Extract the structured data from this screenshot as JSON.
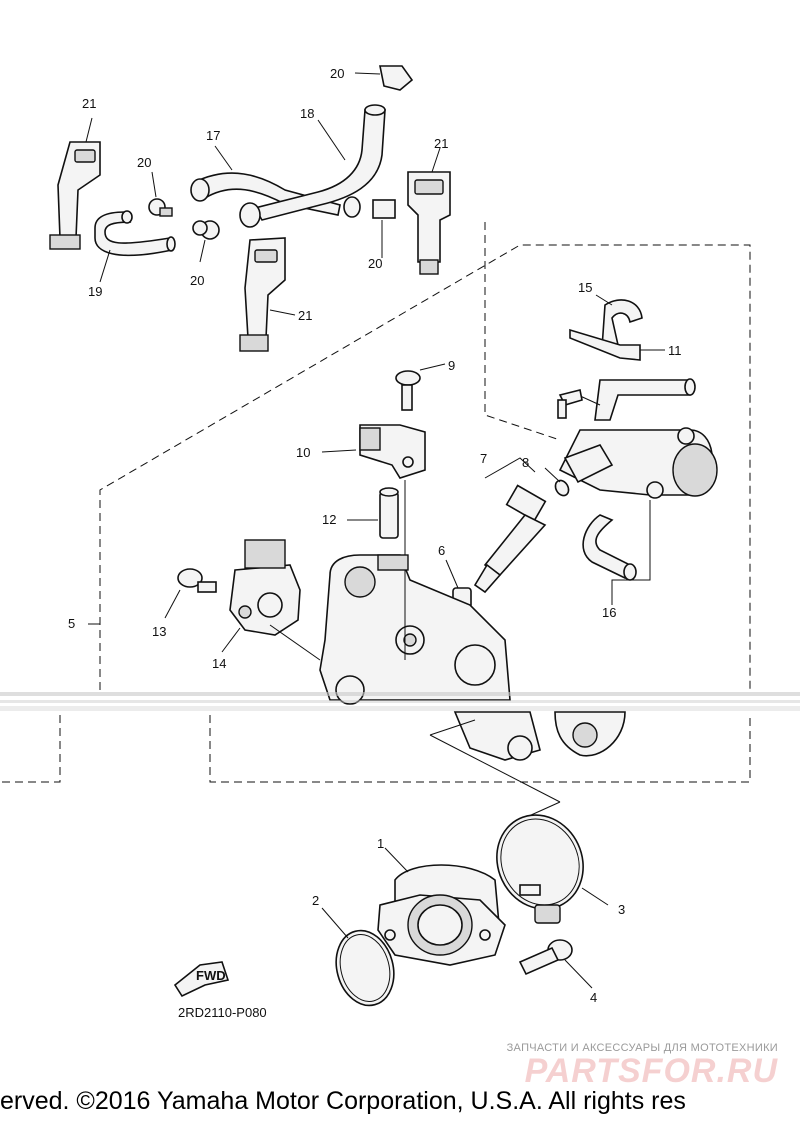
{
  "diagram_id": "2RD2110-P080",
  "fwd_label": "FWD",
  "callouts": {
    "c1": "1",
    "c2": "2",
    "c3": "3",
    "c4": "4",
    "c5": "5",
    "c6": "6",
    "c7": "7",
    "c8": "8",
    "c9": "9",
    "c10": "10",
    "c11": "11",
    "c12": "12",
    "c13": "13",
    "c14": "14",
    "c15": "15",
    "c16": "16",
    "c17": "17",
    "c18": "18",
    "c19": "19",
    "c20a": "20",
    "c20b": "20",
    "c20c": "20",
    "c20d": "20",
    "c21a": "21",
    "c21b": "21",
    "c21c": "21"
  },
  "footer": {
    "copyright": "erved.     ©2016 Yamaha Motor Corporation, U.S.A. All rights res"
  },
  "watermark": {
    "tagline": "ЗАПЧАСТИ И АКСЕССУАРЫ ДЛЯ МОТОТЕХНИКИ",
    "logo": "PARTSFOR.RU"
  },
  "colors": {
    "ink": "#111111",
    "background": "#ffffff",
    "watermark_red": "#d22828"
  }
}
